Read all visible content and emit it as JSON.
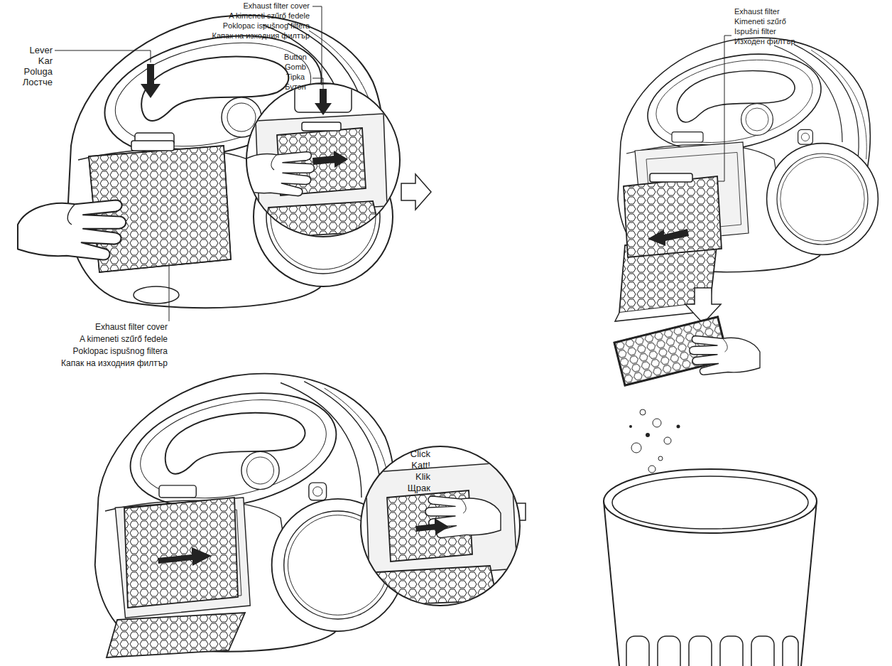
{
  "diagram": {
    "labels": [
      "Lever",
      "Kar",
      "Poluga",
      "Лостче",
      "Exhaust filter cover",
      "A kimeneti szűrő fedele",
      "Poklopac ispušnog filtera",
      "Капак на изходния филтър",
      "Exhaust filter cover",
      "A kimeneti szűrő fedele",
      "Poklopac ispušnog filtera",
      "Капак на изходния филтър",
      "Button",
      "Gomb",
      "Tipka",
      "Бутон",
      "Exhaust filter",
      "Kimeneti szűrő",
      "Ispušni filter",
      "Изходен филтър",
      "Click",
      "Katt!",
      "Klik",
      "Щрак"
    ]
  }
}
